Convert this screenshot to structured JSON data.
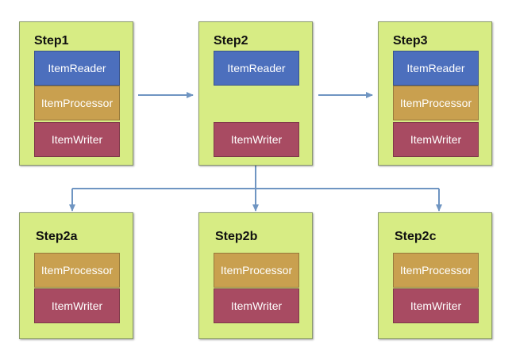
{
  "colors": {
    "step_bg": "#d7ec84",
    "reader": "#4c6fbd",
    "processor": "#c9a04f",
    "writer": "#a84b62",
    "arrow": "#6f95c2"
  },
  "steps": {
    "step1": {
      "title": "Step1",
      "reader": "ItemReader",
      "processor": "ItemProcessor",
      "writer": "ItemWriter"
    },
    "step2": {
      "title": "Step2",
      "reader": "ItemReader",
      "writer": "ItemWriter"
    },
    "step3": {
      "title": "Step3",
      "reader": "ItemReader",
      "processor": "ItemProcessor",
      "writer": "ItemWriter"
    },
    "step2a": {
      "title": "Step2a",
      "processor": "ItemProcessor",
      "writer": "ItemWriter"
    },
    "step2b": {
      "title": "Step2b",
      "processor": "ItemProcessor",
      "writer": "ItemWriter"
    },
    "step2c": {
      "title": "Step2c",
      "processor": "ItemProcessor",
      "writer": "ItemWriter"
    }
  }
}
